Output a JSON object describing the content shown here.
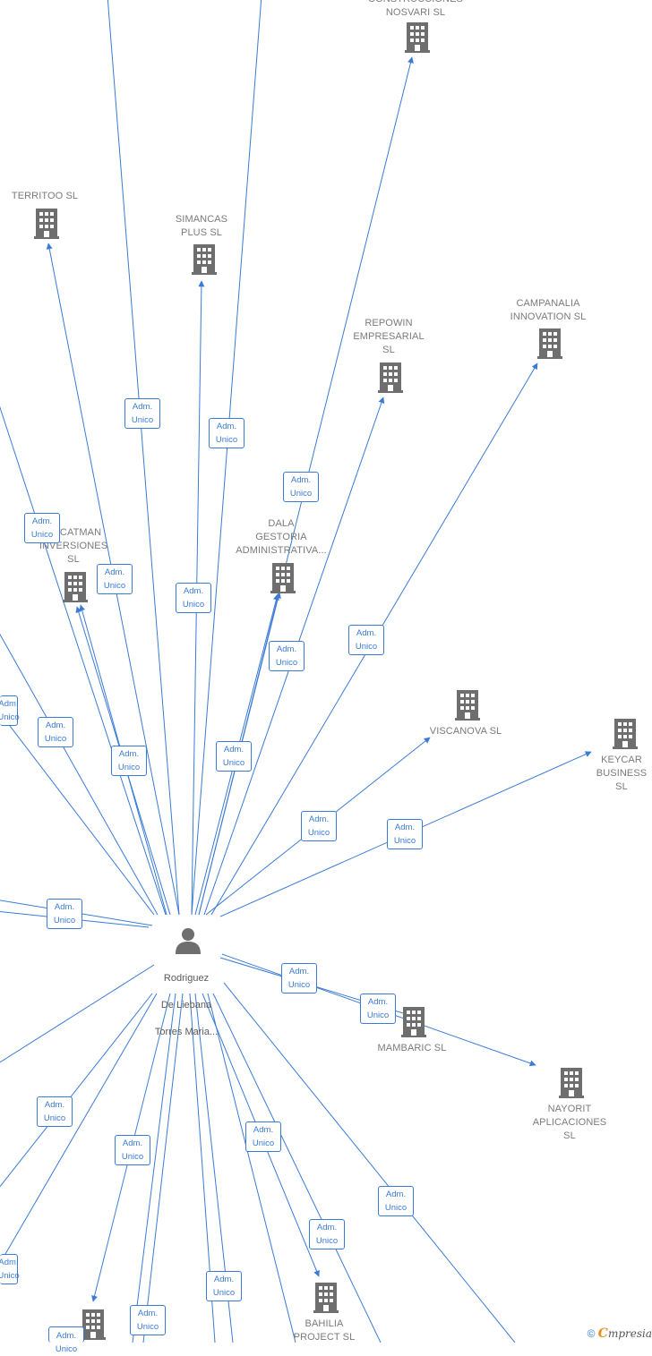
{
  "colors": {
    "edge": "#3a7bd5",
    "node": "#6e6e6e",
    "label": "#7b7b7b"
  },
  "center": {
    "name_lines": [
      "Rodriguez",
      "De Liebana",
      "Torres Maria..."
    ],
    "icon": "person-icon"
  },
  "edge_label": {
    "line1": "Adm.",
    "line2": "Unico"
  },
  "companies": [
    {
      "id": "nosvari",
      "lines": [
        "CONSTRUCCIONES",
        "NOSVARI SL"
      ]
    },
    {
      "id": "territoo",
      "lines": [
        "TERRITOO SL"
      ]
    },
    {
      "id": "simancas",
      "lines": [
        "SIMANCAS",
        "PLUS SL"
      ]
    },
    {
      "id": "campanalia",
      "lines": [
        "CAMPANALIA",
        "INNOVATION SL"
      ]
    },
    {
      "id": "repowin",
      "lines": [
        "REPOWIN",
        "EMPRESARIAL",
        "SL"
      ]
    },
    {
      "id": "chcatman",
      "lines": [
        "CHCATMAN",
        "INVERSIONES",
        "SL"
      ]
    },
    {
      "id": "dala",
      "lines": [
        "DALA",
        "GESTORIA",
        "ADMINISTRATIVA..."
      ]
    },
    {
      "id": "viscanova",
      "lines": [
        "VISCANOVA SL"
      ]
    },
    {
      "id": "keycar",
      "lines": [
        "KEYCAR",
        "BUSINESS SL"
      ]
    },
    {
      "id": "mambaric",
      "lines": [
        "MAMBARIC SL"
      ]
    },
    {
      "id": "nayorit",
      "lines": [
        "NAYORIT",
        "APLICACIONES",
        "SL"
      ]
    },
    {
      "id": "bahilia",
      "lines": [
        "BAHILIA",
        "PROJECT SL"
      ]
    },
    {
      "id": "bottom-left",
      "lines": []
    }
  ],
  "footer": {
    "copyright": "©",
    "brand_e": "C",
    "brand_rest": "mpresia"
  }
}
